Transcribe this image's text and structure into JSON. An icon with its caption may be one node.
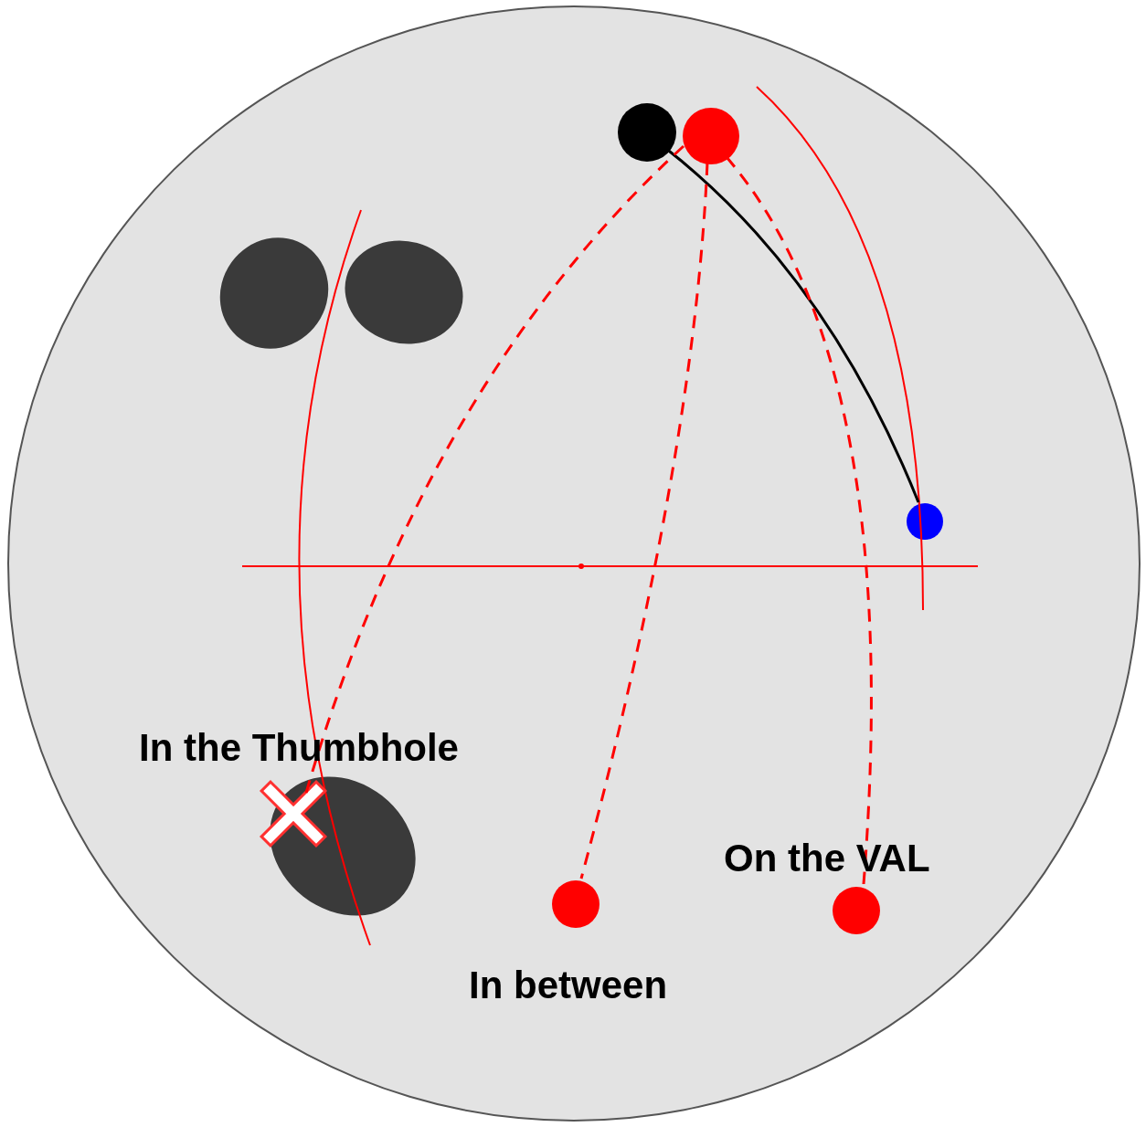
{
  "diagram": {
    "nodes": [
      {
        "text": [],
        "shape": "circle"
      },
      {
        "text": [],
        "shape": "circle",
        "in": 0
      },
      {
        "text": [],
        "shape": "circle",
        "in": 0
      },
      {
        "text": [],
        "shape": "circle",
        "in": 0
      },
      {
        "text": [
          "In the Thumbhole"
        ],
        "in": 0
      },
      {
        "text": [
          "In between"
        ],
        "in": 0
      },
      {
        "text": [
          "On the VAL"
        ],
        "in": 0
      },
      {
        "text": [],
        "shape": "ellipse",
        "in": 0
      },
      {
        "text": [],
        "shape": "ellipse",
        "in": 0
      }
    ],
    "edges": [
      {
        "from": 1,
        "to": 3,
        "arrow": "none",
        "color": "#000000"
      },
      {
        "from": 2,
        "to": 4,
        "arrow": "none",
        "style": "dashed"
      },
      {
        "from": 2,
        "to": 5,
        "arrow": "none",
        "style": "dashed"
      },
      {
        "from": 2,
        "to": 6,
        "arrow": "none",
        "style": "dashed"
      }
    ]
  }
}
